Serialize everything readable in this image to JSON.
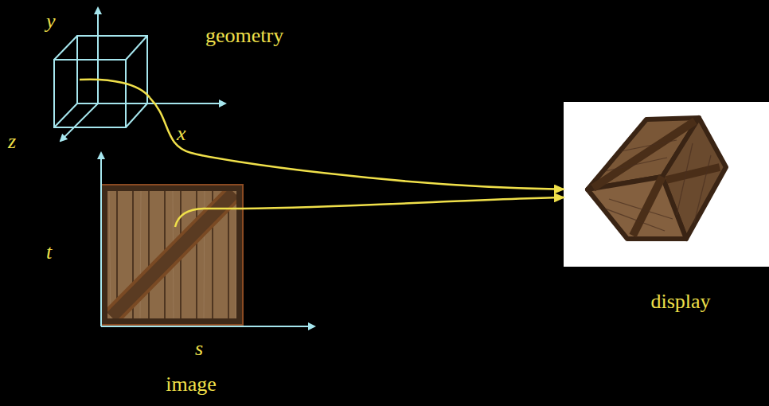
{
  "diagram": {
    "nodes": [
      {
        "text": [
          "geometry"
        ]
      },
      {
        "text": [
          "image"
        ]
      },
      {
        "text": [
          "display"
        ]
      }
    ],
    "edges": [
      {
        "from": 0,
        "to": 2,
        "arrow": "to"
      },
      {
        "from": 1,
        "to": 2,
        "arrow": "to"
      }
    ],
    "labels": [
      "y",
      "z",
      "x",
      "t",
      "s"
    ]
  }
}
